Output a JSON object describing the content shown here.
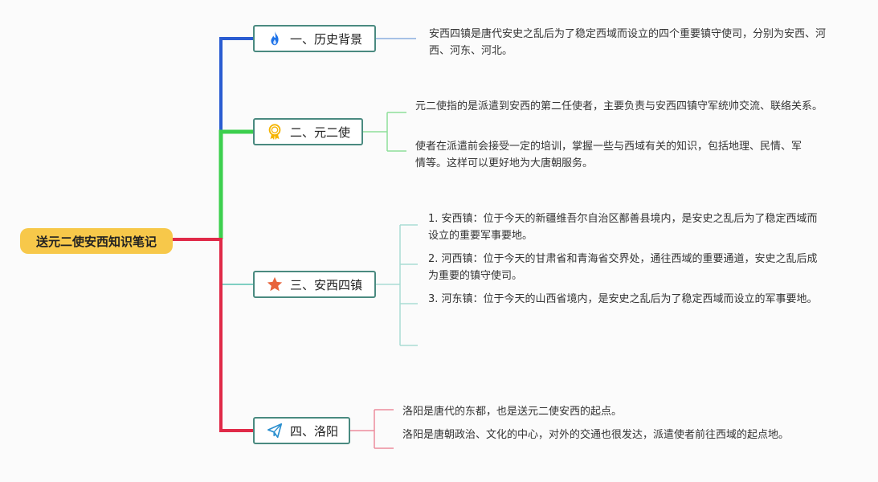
{
  "root": {
    "title": "送元二使安西知识笔记"
  },
  "topics": [
    {
      "title": "一、历史背景",
      "icon": "fire-icon",
      "color": "#2a5cd1",
      "notes": [
        "安西四镇是唐代安史之乱后为了稳定西域而设立的四个重要镇守使司，分别为安西、河西、河东、河北。"
      ]
    },
    {
      "title": "二、元二使",
      "icon": "award-ribbon-icon",
      "color": "#3ccf4e",
      "notes": [
        "元二使指的是派遣到安西的第二任使者，主要负责与安西四镇守军统帅交流、联络关系。",
        "使者在派遣前会接受一定的培训，掌握一些与西域有关的知识，包括地理、民情、军情等。这样可以更好地为大唐朝服务。"
      ]
    },
    {
      "title": "三、安西四镇",
      "icon": "star-icon",
      "color": "#7fcfc2",
      "notes": [
        "1. 安西镇：位于今天的新疆维吾尔自治区鄯善县境内，是安史之乱后为了稳定西域而设立的重要军事要地。",
        "2. 河西镇：位于今天的甘肃省和青海省交界处，通往西域的重要通道，安史之乱后成为重要的镇守使司。",
        "3. 河东镇：位于今天的山西省境内，是安史之乱后为了稳定西域而设立的军事要地。"
      ]
    },
    {
      "title": "四、洛阳",
      "icon": "paper-plane-icon",
      "color": "#e02a48",
      "notes": [
        "洛阳是唐代的东都，也是送元二使安西的起点。",
        "洛阳是唐朝政治、文化的中心，对外的交通也很发达，派遣使者前往西域的起点地。"
      ]
    }
  ],
  "colors": {
    "root_bg": "#f7c84a",
    "topic_border": "#4a8a80",
    "fire": "#1e73e8",
    "award": "#f5b400",
    "star": "#e8643c",
    "plane": "#2a8fcf"
  }
}
